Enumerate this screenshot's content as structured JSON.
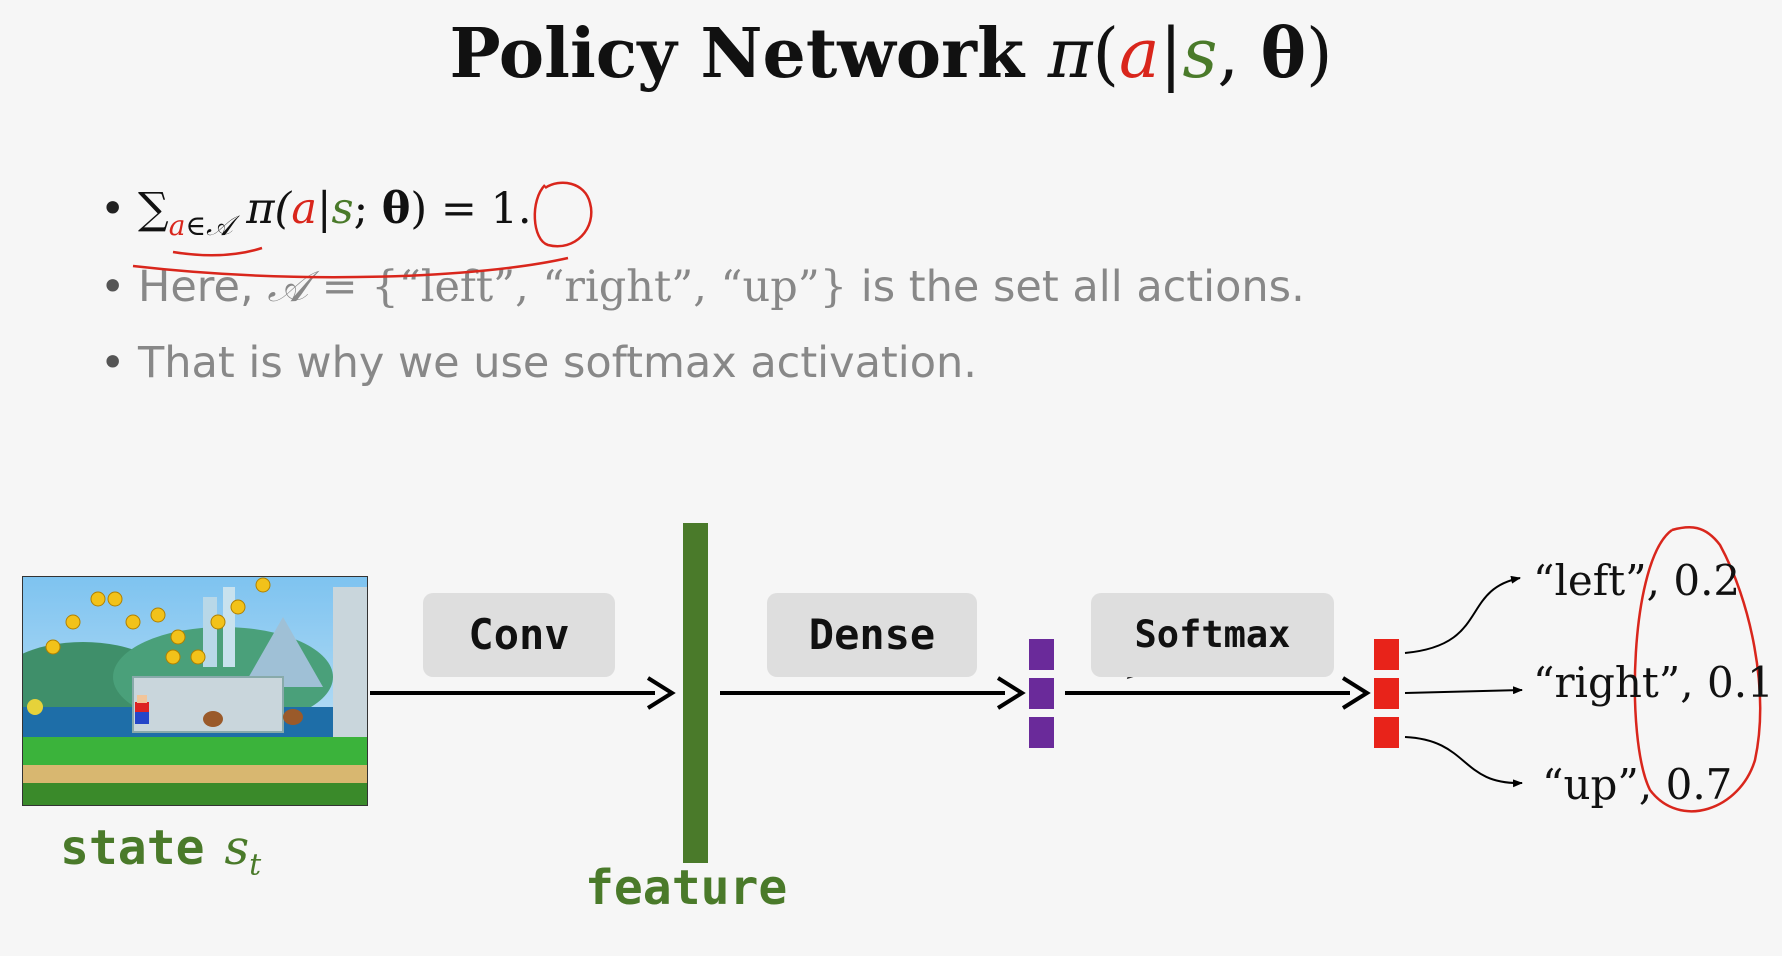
{
  "title": {
    "text": "Policy Network",
    "pi": "π",
    "open": "(",
    "a": "a",
    "bar": "|",
    "s": "s",
    "comma": ",",
    "theta": "θ",
    "close": ")"
  },
  "bullets": {
    "b1": {
      "sum": "∑",
      "sub_a": "a",
      "sub_in": "∈𝒜",
      "pi": "π(",
      "a": "a",
      "bar": "|",
      "s": "s",
      "rest": ";",
      "theta": "θ",
      "close": ") = ",
      "one": "1."
    },
    "b2": {
      "pre": "Here, ",
      "set_sym": "𝒜",
      "set": " = {“left”, “right”, “up”}",
      "post": " is the set all actions."
    },
    "b3": {
      "text": "That is why we use softmax activation."
    }
  },
  "diagram": {
    "conv": "Conv",
    "dense": "Dense",
    "softmax": "Softmax",
    "state_label": "state",
    "state_symbol": "s",
    "state_subscript": "t",
    "feature_label": "feature",
    "outputs": [
      {
        "action": "“left”, ",
        "prob": 0.2
      },
      {
        "action": "“right”, ",
        "prob": 0.1
      },
      {
        "action": "“up”, ",
        "prob": 0.7
      }
    ]
  },
  "colors": {
    "feature_bar": "#4a7a2a",
    "dense_output": "#6a2a9a",
    "softmax_output": "#e8231a",
    "annotation": "#d9261c"
  }
}
